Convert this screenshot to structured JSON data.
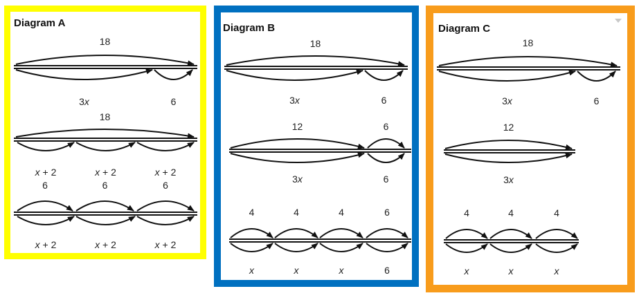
{
  "colors": {
    "a": "#ffff00",
    "b": "#0070c0",
    "c": "#f89c1c"
  },
  "diagrams": [
    {
      "title": "Diagram A",
      "rows": [
        {
          "top": [
            "18"
          ],
          "bottom": [
            "3x",
            "6"
          ]
        },
        {
          "top": [
            "18"
          ],
          "bottom": [
            "x + 2",
            "x + 2",
            "x + 2"
          ]
        },
        {
          "top": [
            "6",
            "6",
            "6"
          ],
          "bottom": [
            "x + 2",
            "x + 2",
            "x + 2"
          ]
        }
      ]
    },
    {
      "title": "Diagram B",
      "rows": [
        {
          "top": [
            "18"
          ],
          "bottom": [
            "3x",
            "6"
          ]
        },
        {
          "top": [
            "12",
            "6"
          ],
          "bottom": [
            "3x",
            "6"
          ]
        },
        {
          "top": [
            "4",
            "4",
            "4",
            "6"
          ],
          "bottom": [
            "x",
            "x",
            "x",
            "6"
          ]
        }
      ]
    },
    {
      "title": "Diagram C",
      "menu_icon": "dropdown-triangle-icon",
      "rows": [
        {
          "top": [
            "18"
          ],
          "bottom": [
            "3x",
            "6"
          ]
        },
        {
          "top": [
            "12"
          ],
          "bottom": [
            "3x"
          ]
        },
        {
          "top": [
            "4",
            "4",
            "4"
          ],
          "bottom": [
            "x",
            "x",
            "x"
          ]
        }
      ]
    }
  ]
}
